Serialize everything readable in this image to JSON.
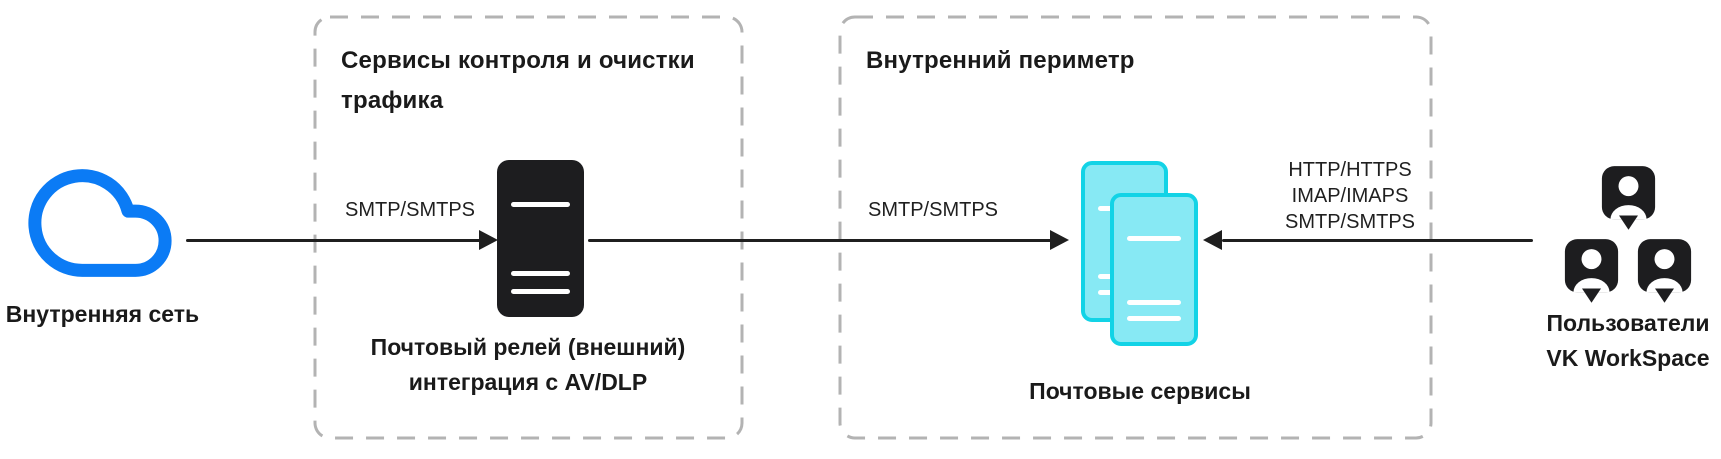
{
  "diagram": {
    "zones": {
      "traffic_control": {
        "title": "Сервисы контроля и очистки трафика"
      },
      "internal_perimeter": {
        "title": "Внутренний периметр"
      }
    },
    "nodes": {
      "internal_network": {
        "label": "Внутренняя сеть",
        "icon": "cloud-icon"
      },
      "mail_relay": {
        "label_line1": "Почтовый релей (внешний)",
        "label_line2": "интеграция с AV/DLP",
        "icon": "server-icon"
      },
      "mail_services": {
        "label": "Почтовые сервисы",
        "icon": "stacked-servers-icon"
      },
      "users": {
        "label_line1": "Пользователи",
        "label_line2": "VK WorkSpace",
        "icon": "user-group-icon"
      }
    },
    "edges": {
      "network_to_relay": {
        "label": "SMTP/SMTPS",
        "direction": "right"
      },
      "relay_to_services": {
        "label": "SMTP/SMTPS",
        "direction": "right"
      },
      "users_to_services": {
        "labels": [
          "HTTP/HTTPS",
          "IMAP/IMAPS",
          "SMTP/SMTPS"
        ],
        "direction": "left"
      }
    },
    "colors": {
      "cloud_blue": "#0b7bf5",
      "server_black": "#1d1d1f",
      "service_cyan_fill": "#87e9f4",
      "service_cyan_border": "#12d3e6",
      "zone_border": "#b3b3b3",
      "arrow": "#1f1f1f",
      "text": "#1a1a1a"
    }
  }
}
